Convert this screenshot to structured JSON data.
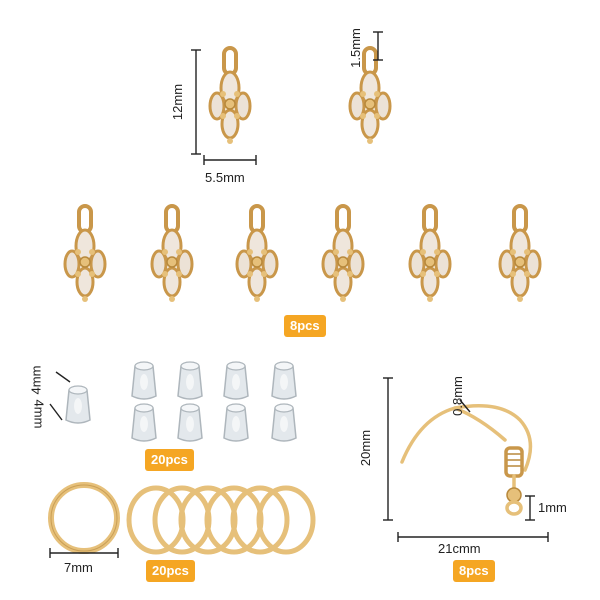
{
  "colors": {
    "gold": "#e6c07a",
    "gold_dark": "#b8893c",
    "badge": "#f5a623",
    "crystal": "#efe6dc",
    "rubber": "#dde3e8"
  },
  "pendant": {
    "height_label": "12mm",
    "width_label": "5.5mm",
    "loop_label": "1.5mm",
    "count_label": "8pcs"
  },
  "ear_nut": {
    "height_label": "4mm",
    "width_label": "4mm",
    "count_label": "20pcs"
  },
  "jump_ring": {
    "diameter_label": "7mm",
    "count_label": "20pcs"
  },
  "ear_hook": {
    "height_label": "20mm",
    "wire_label": "0.8mm",
    "ball_label": "1mm",
    "width_label": "21cmm",
    "count_label": "8pcs"
  }
}
